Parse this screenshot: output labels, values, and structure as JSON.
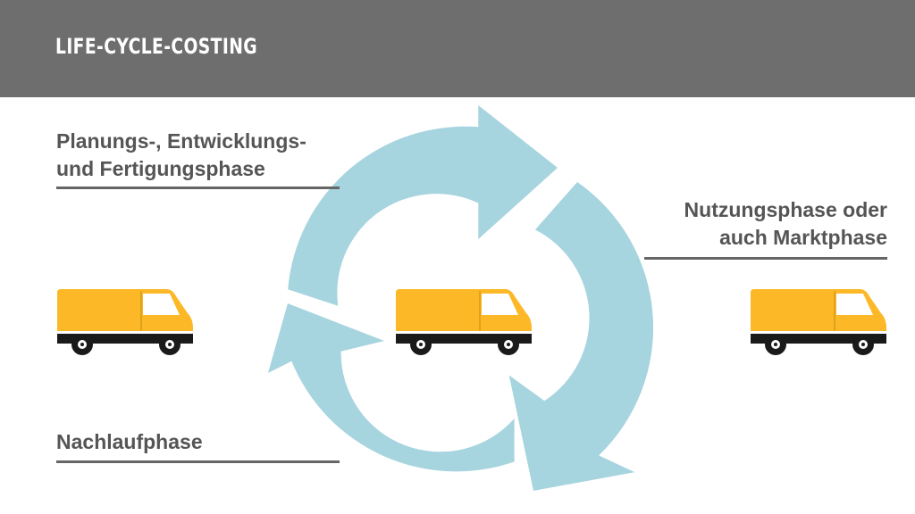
{
  "header": {
    "title": "LIFE-CYCLE-COSTING"
  },
  "phases": {
    "planning": [
      "Planungs-, Entwicklungs-",
      "und Fertigungsphase"
    ],
    "usage": [
      "Nutzungsphase oder",
      "auch Marktphase"
    ],
    "after": [
      "Nachlaufphase"
    ]
  },
  "colors": {
    "header_bg": "#6e6e6e",
    "cycle_arrows": "#a6d4df",
    "van_body": "#fcb826",
    "label_text": "#555555"
  },
  "icons": [
    "cycle-arrows-icon",
    "delivery-van-icon"
  ]
}
